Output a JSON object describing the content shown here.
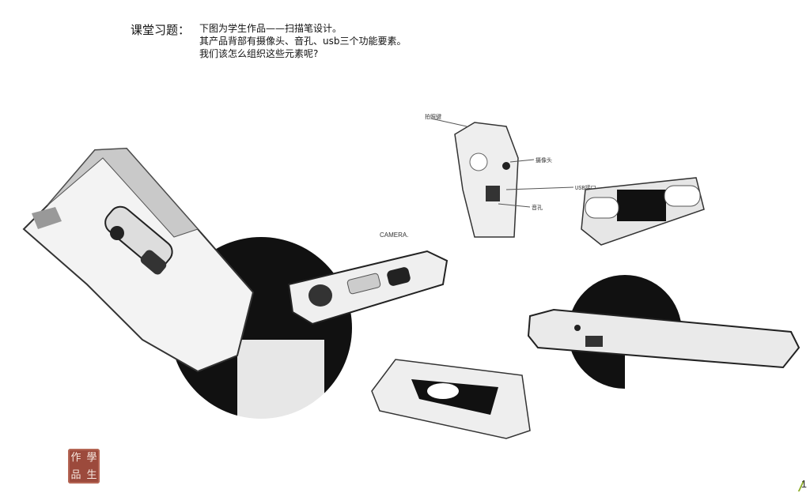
{
  "header": {
    "label": "课堂习题：",
    "lines": [
      "下图为学生作品——扫描笔设计。",
      "其产品背部有摄像头、音孔、usb三个功能要素。",
      "我们该怎么组织这些元素呢?"
    ]
  },
  "sketches": {
    "camera_label": "CAMERA.",
    "callouts": [
      "拍照键",
      "摄像头",
      "USB接口",
      "音孔"
    ]
  },
  "stamp": {
    "chars": [
      "作",
      "學",
      "品",
      "生"
    ]
  },
  "footer": {
    "page_number": "1"
  }
}
